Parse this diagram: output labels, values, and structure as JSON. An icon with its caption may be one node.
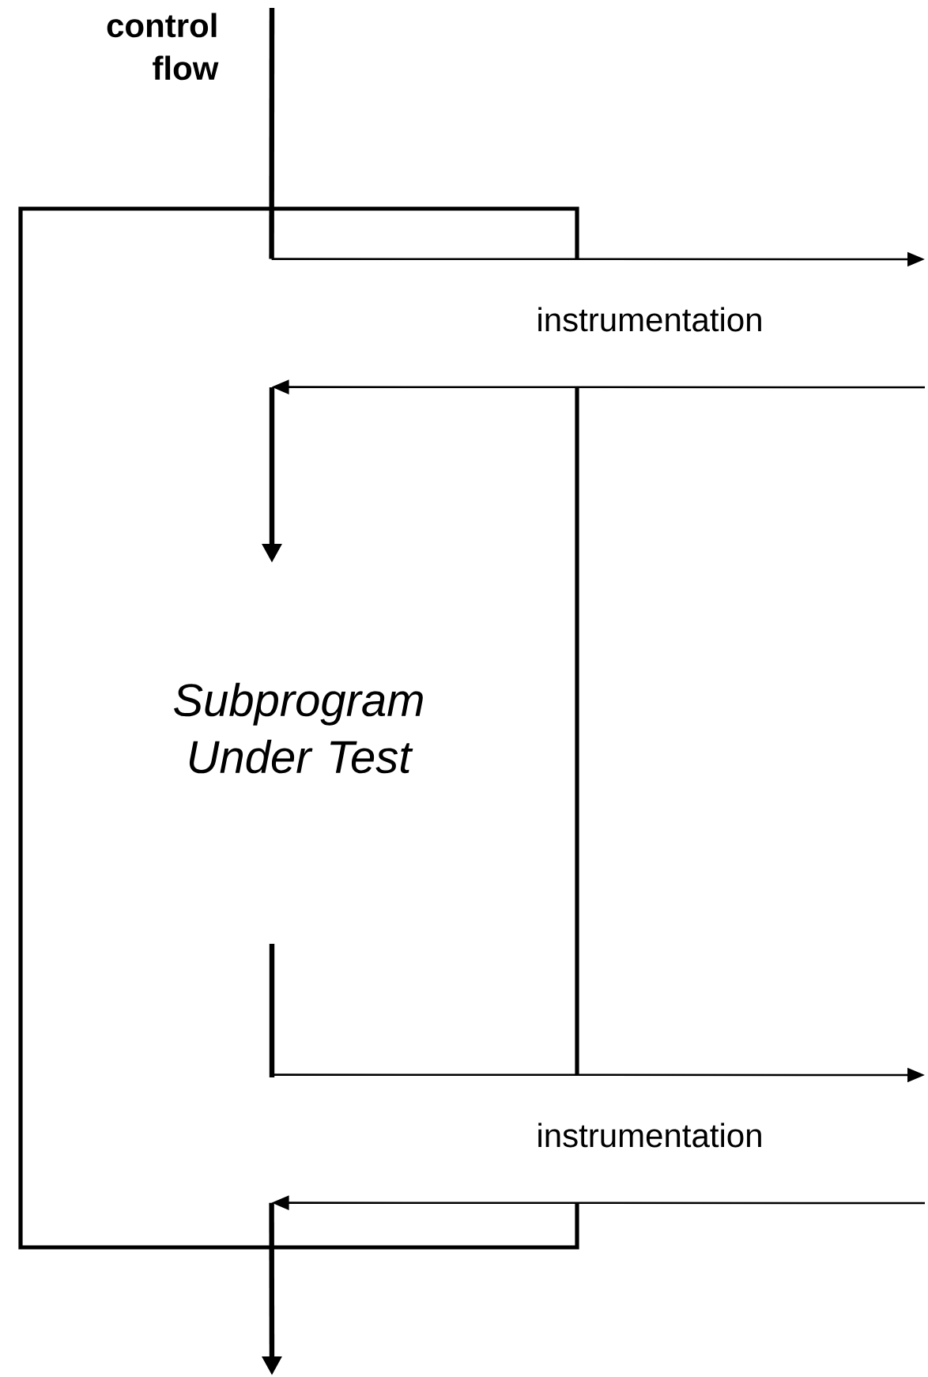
{
  "diagram": {
    "nodes": [
      {
        "text": [
          "control flow"
        ]
      },
      {
        "text": [
          "Subprogram Under Test"
        ]
      }
    ],
    "edges": [
      {
        "from": 0,
        "to": 1,
        "arrow": "none",
        "style": "thick"
      },
      {
        "from": 1,
        "to": null,
        "arrow": "to"
      },
      {
        "from": null,
        "to": 1,
        "arrow": "to"
      },
      {
        "from": 1,
        "to": null,
        "arrow": "to"
      },
      {
        "from": null,
        "to": 1,
        "arrow": "to"
      },
      {
        "from": 1,
        "to": null,
        "arrow": "to",
        "style": "thick"
      }
    ],
    "labels": [
      "instrumentation",
      "instrumentation"
    ]
  }
}
